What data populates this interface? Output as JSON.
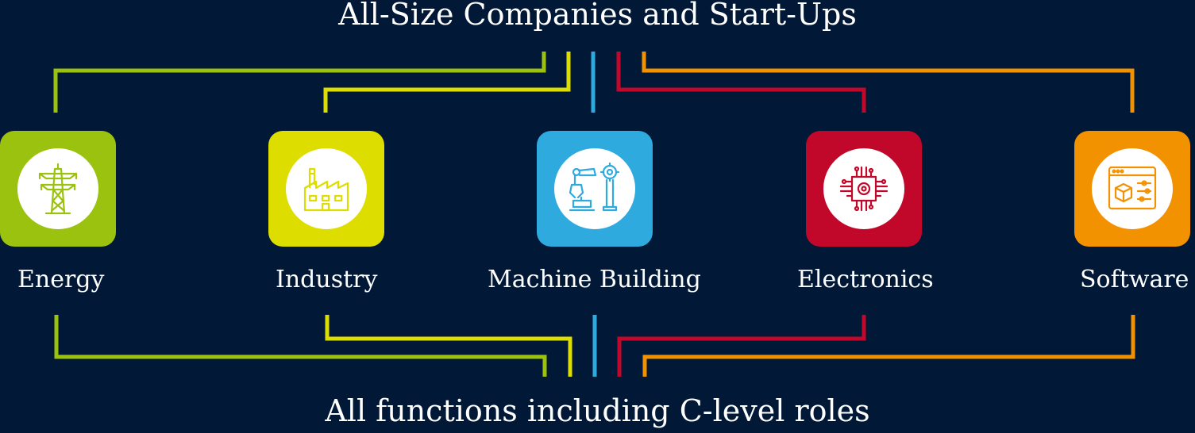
{
  "top_heading": "All-Size Companies and Start-Ups",
  "bottom_heading": "All functions including C-level roles",
  "sectors": [
    {
      "label": "Energy",
      "color": "#9ac20f",
      "icon": "power-tower-icon"
    },
    {
      "label": "Industry",
      "color": "#dedd00",
      "icon": "factory-icon"
    },
    {
      "label": "Machine Building",
      "color": "#2faadf",
      "icon": "robotic-arm-icon"
    },
    {
      "label": "Electronics",
      "color": "#c1082a",
      "icon": "microchip-icon"
    },
    {
      "label": "Software",
      "color": "#f29200",
      "icon": "software-window-icon"
    }
  ],
  "colors": {
    "background": "#011836",
    "text": "#ffffff"
  }
}
